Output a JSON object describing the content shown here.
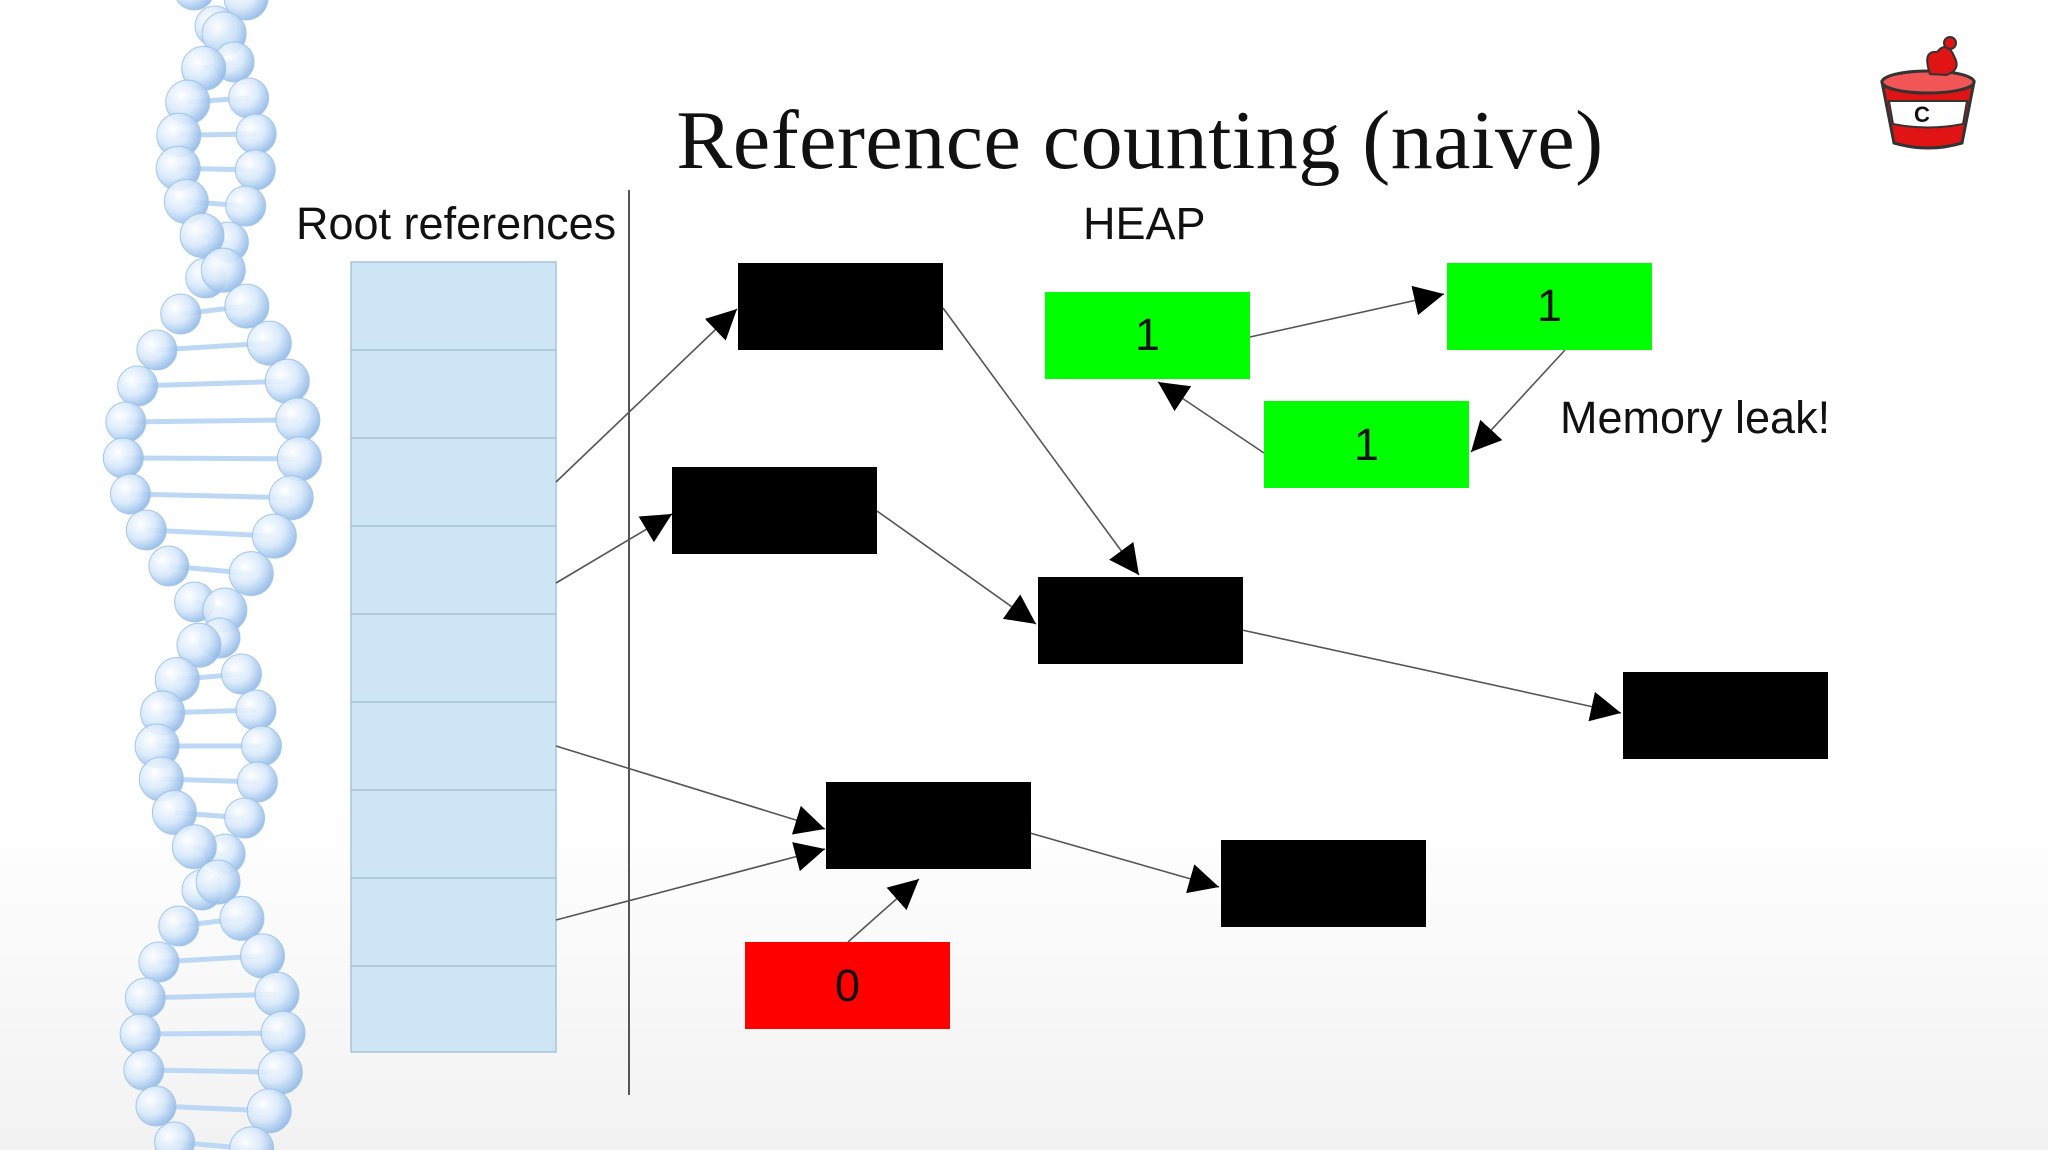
{
  "slide": {
    "title": "Reference counting (naive)",
    "root_label": "Root references",
    "heap_label": "HEAP",
    "leak_label": "Memory leak!"
  },
  "colors": {
    "root_cell": "#cde5f5",
    "root_border": "#a9c4d8",
    "object": "#000000",
    "live_green": "#00ff00",
    "garbage_red": "#ff0000",
    "arrow": "#555555",
    "dna": "#bcd8f5"
  },
  "root_slots": 9,
  "heap_objects": [
    {
      "id": "obj-a",
      "color": "black",
      "count": ""
    },
    {
      "id": "obj-b",
      "color": "black",
      "count": ""
    },
    {
      "id": "obj-c",
      "color": "black",
      "count": ""
    },
    {
      "id": "obj-d",
      "color": "black",
      "count": ""
    },
    {
      "id": "obj-e",
      "color": "black",
      "count": ""
    },
    {
      "id": "obj-f",
      "color": "black",
      "count": ""
    },
    {
      "id": "cycle-1",
      "color": "green",
      "count": "1"
    },
    {
      "id": "cycle-2",
      "color": "green",
      "count": "1"
    },
    {
      "id": "cycle-3",
      "color": "green",
      "count": "1"
    },
    {
      "id": "orphan",
      "color": "red",
      "count": "0"
    }
  ],
  "references": [
    {
      "from": "root-3",
      "to": "obj-a"
    },
    {
      "from": "root-4",
      "to": "obj-b"
    },
    {
      "from": "root-6",
      "to": "obj-e"
    },
    {
      "from": "root-8",
      "to": "obj-e"
    },
    {
      "from": "obj-a",
      "to": "obj-c"
    },
    {
      "from": "obj-b",
      "to": "obj-c"
    },
    {
      "from": "obj-c",
      "to": "obj-d"
    },
    {
      "from": "obj-e",
      "to": "obj-f"
    },
    {
      "from": "orphan",
      "to": "obj-e"
    },
    {
      "from": "cycle-1",
      "to": "cycle-2"
    },
    {
      "from": "cycle-2",
      "to": "cycle-3"
    },
    {
      "from": "cycle-3",
      "to": "cycle-1"
    }
  ],
  "logo": {
    "icon": "cup-logo-icon",
    "letter": "C"
  }
}
